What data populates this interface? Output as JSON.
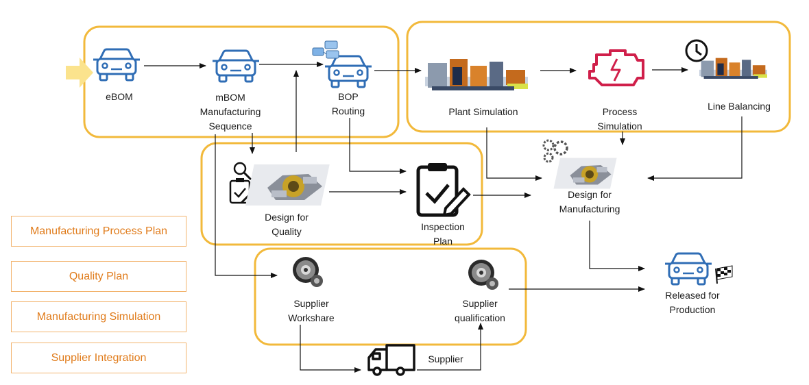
{
  "nodes": {
    "ebom": "eBOM",
    "mbom": [
      "mBOM",
      "Manufacturing",
      "Sequence"
    ],
    "bop": [
      "BOP",
      "Routing"
    ],
    "plant_sim": "Plant Simulation",
    "process_sim": [
      "Process",
      "Simulation"
    ],
    "line_balancing": "Line Balancing",
    "design_quality": [
      "Design for",
      "Quality"
    ],
    "inspection_plan": [
      "Inspection",
      "Plan"
    ],
    "design_mfg": [
      "Design for",
      "Manufacturing"
    ],
    "supplier_workshare": [
      "Supplier",
      "Workshare"
    ],
    "supplier_qual": [
      "Supplier",
      "qualification"
    ],
    "released": [
      "Released for",
      "Production"
    ],
    "supplier": "Supplier"
  },
  "legend": [
    "Manufacturing Process Plan",
    "Quality Plan",
    "Manufacturing Simulation",
    "Supplier Integration"
  ],
  "colors": {
    "group_border": "#f2b93b",
    "car_icon": "#2f6db5",
    "engine_icon": "#d01f4a",
    "legend_text": "#e07b1a",
    "legend_border": "#f2b26b",
    "start_arrow": "#fbe38d"
  },
  "icons": [
    "car-icon",
    "server-stack-icon",
    "robot-line-icon",
    "engine-warning-icon",
    "clock-icon",
    "magnifier-icon",
    "checklist-icon",
    "gear-part-icon",
    "gears-icon",
    "truck-icon",
    "checkered-flag-icon"
  ]
}
